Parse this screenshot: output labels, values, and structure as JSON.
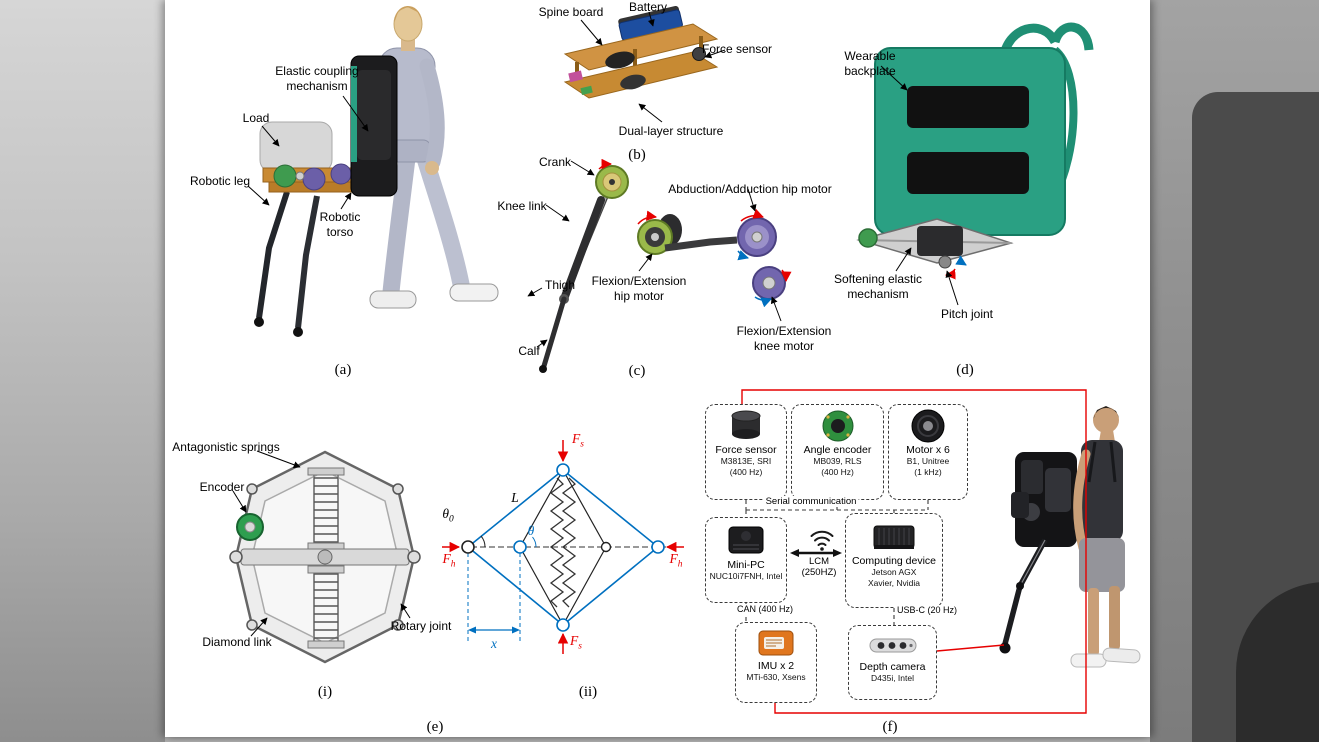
{
  "palette": {
    "annotation_red": "#e60000",
    "schematic_blue": "#0070c0",
    "backplate_teal": "#2aa083",
    "frame_orange": "#c98a33",
    "imu_orange": "#e0761e"
  },
  "panel_a": {
    "tag": "(a)",
    "labels": {
      "elastic_coupling": "Elastic coupling\nmechanism",
      "load": "Load",
      "robotic_leg": "Robotic leg",
      "robotic_torso": "Robotic\ntorso"
    }
  },
  "panel_b": {
    "tag": "(b)",
    "labels": {
      "spine_board": "Spine board",
      "battery": "Battery",
      "force_sensor": "Force sensor",
      "dual_layer_structure": "Dual-layer structure"
    }
  },
  "panel_c": {
    "tag": "(c)",
    "labels": {
      "crank": "Crank",
      "knee_link": "Knee link",
      "thigh": "Thigh",
      "calf": "Calf",
      "flexion_extension_hip_motor": "Flexion/Extension\nhip motor",
      "abduction_adduction_hip_motor": "Abduction/Adduction hip motor",
      "flexion_extension_knee_motor": "Flexion/Extension\nknee motor"
    }
  },
  "panel_d": {
    "tag": "(d)",
    "labels": {
      "wearable_backplate": "Wearable\nbackplate",
      "softening_elastic_mechanism": "Softening elastic\nmechanism",
      "pitch_joint": "Pitch joint"
    }
  },
  "panel_e": {
    "tag": "(e)",
    "sub_i": {
      "tag": "(i)",
      "labels": {
        "antagonistic_springs": "Antagonistic springs",
        "encoder": "Encoder",
        "diamond_link": "Diamond link",
        "rotary_joint": "Rotary joint"
      }
    },
    "sub_ii": {
      "tag": "(ii)",
      "labels": {
        "force_spring": {
          "base": "F",
          "sub": "s"
        },
        "force_hand": {
          "base": "F",
          "sub": "h"
        },
        "theta_zero": {
          "base": "θ",
          "sub": "0"
        },
        "theta": "θ",
        "link_length": "L",
        "displacement": "x"
      }
    }
  },
  "panel_f": {
    "tag": "(f)",
    "boxes": {
      "force_sensor": {
        "title": "Force sensor",
        "model": "M3813E, SRI",
        "rate": "(400 Hz)"
      },
      "angle_encoder": {
        "title": "Angle encoder",
        "model": "MB039, RLS",
        "rate": "(400 Hz)"
      },
      "motor": {
        "title": "Motor x 6",
        "model": "B1, Unitree",
        "rate": "(1 kHz)"
      },
      "mini_pc": {
        "title": "Mini-PC",
        "model": "NUC10i7FNH, Intel"
      },
      "computing_device": {
        "title": "Computing device",
        "model": "Jetson AGX\nXavier, Nvidia"
      },
      "imu": {
        "title": "IMU x 2",
        "model": "MTi-630, Xsens"
      },
      "depth_camera": {
        "title": "Depth camera",
        "model": "D435i, Intel"
      }
    },
    "connections": {
      "serial": "Serial communication",
      "lcm": "LCM",
      "lcm_rate": "(250HZ)",
      "can": "CAN (400 Hz)",
      "usb_c": "USB-C (20 Hz)"
    }
  }
}
